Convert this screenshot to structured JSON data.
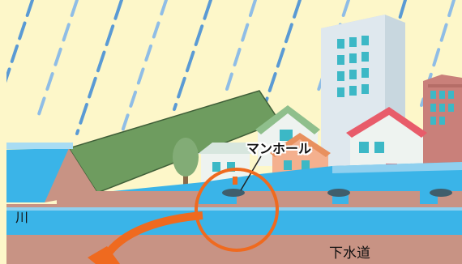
{
  "labels": {
    "manhole": "マンホール",
    "river": "川",
    "sewer": "下水道"
  },
  "colors": {
    "sky": "#fdf7c9",
    "rain": "#5a9ad4",
    "flood_water": "#3ab4e8",
    "ground": "#c89384",
    "sewer_pipe": "#b9877a",
    "arrow": "#ef6a1f",
    "levee_green": "#6e9c5f"
  }
}
